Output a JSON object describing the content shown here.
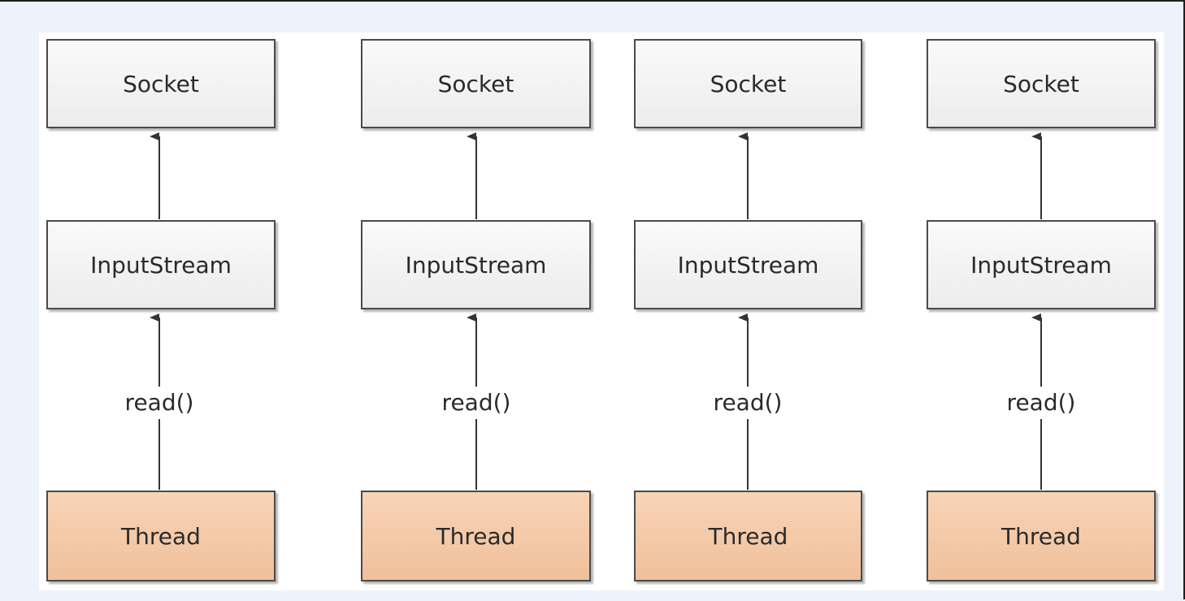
{
  "columns": [
    {
      "socket": "Socket",
      "stream": "InputStream",
      "call": "read()",
      "thread": "Thread"
    },
    {
      "socket": "Socket",
      "stream": "InputStream",
      "call": "read()",
      "thread": "Thread"
    },
    {
      "socket": "Socket",
      "stream": "InputStream",
      "call": "read()",
      "thread": "Thread"
    },
    {
      "socket": "Socket",
      "stream": "InputStream",
      "call": "read()",
      "thread": "Thread"
    }
  ],
  "colors": {
    "box_fill": "#f2f2f2",
    "thread_fill": "#f4caa7",
    "border": "#4a4a4a",
    "arrow": "#333333"
  }
}
